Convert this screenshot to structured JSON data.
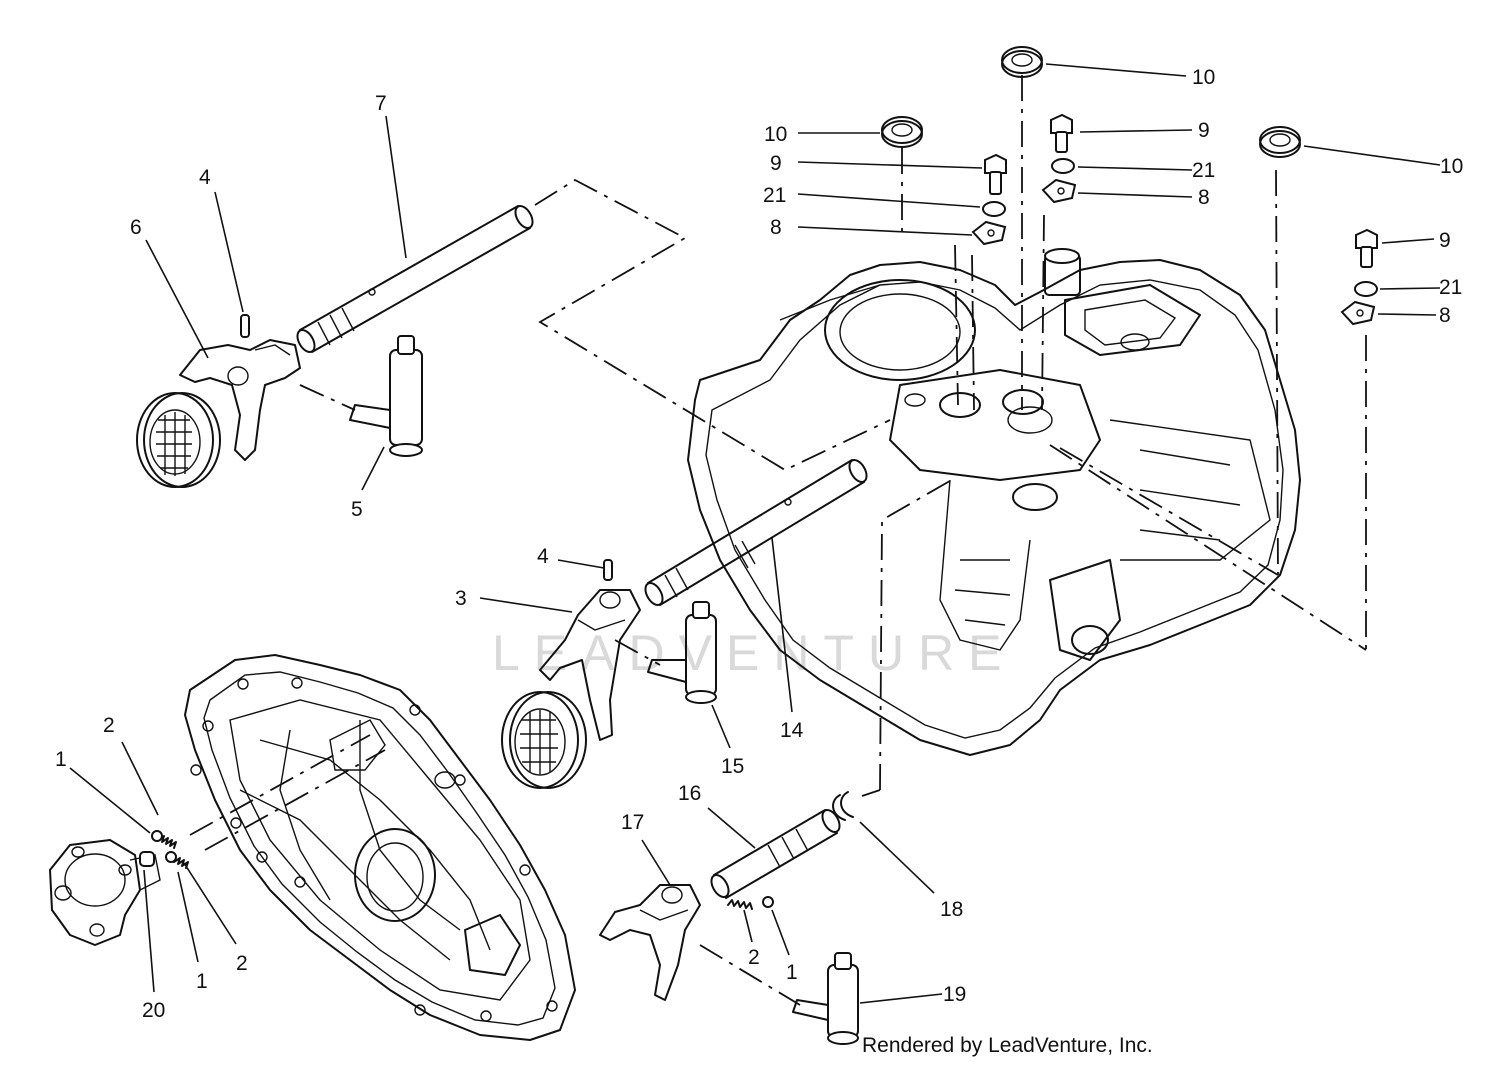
{
  "watermark": "LEADVENTURE",
  "credit": "Rendered by LeadVenture, Inc.",
  "callouts": [
    {
      "id": "c1",
      "text": "1"
    },
    {
      "id": "c2",
      "text": "2"
    },
    {
      "id": "c3",
      "text": "1"
    },
    {
      "id": "c4",
      "text": "2"
    },
    {
      "id": "c5",
      "text": "20"
    },
    {
      "id": "c6",
      "text": "3"
    },
    {
      "id": "c7",
      "text": "4"
    },
    {
      "id": "c8",
      "text": "4"
    },
    {
      "id": "c9",
      "text": "5"
    },
    {
      "id": "c10",
      "text": "6"
    },
    {
      "id": "c11",
      "text": "7"
    },
    {
      "id": "c12",
      "text": "8"
    },
    {
      "id": "c13",
      "text": "8"
    },
    {
      "id": "c14",
      "text": "8"
    },
    {
      "id": "c15",
      "text": "9"
    },
    {
      "id": "c16",
      "text": "9"
    },
    {
      "id": "c17",
      "text": "9"
    },
    {
      "id": "c18",
      "text": "10"
    },
    {
      "id": "c19",
      "text": "10"
    },
    {
      "id": "c20",
      "text": "10"
    },
    {
      "id": "c21",
      "text": "14"
    },
    {
      "id": "c22",
      "text": "15"
    },
    {
      "id": "c23",
      "text": "16"
    },
    {
      "id": "c24",
      "text": "17"
    },
    {
      "id": "c25",
      "text": "18"
    },
    {
      "id": "c26",
      "text": "2"
    },
    {
      "id": "c27",
      "text": "1"
    },
    {
      "id": "c28",
      "text": "19"
    },
    {
      "id": "c29",
      "text": "21"
    },
    {
      "id": "c30",
      "text": "21"
    },
    {
      "id": "c31",
      "text": "21"
    }
  ]
}
